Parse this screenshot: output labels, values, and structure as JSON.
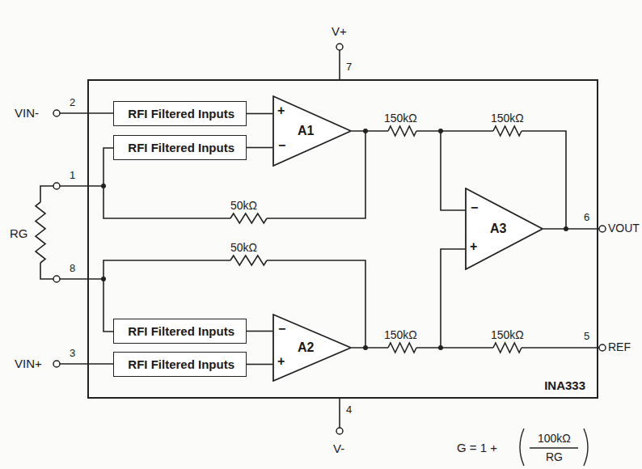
{
  "diagram": {
    "nodes": [
      {
        "text": [
          "INA333"
        ]
      },
      {
        "text": [
          "RFI Filtered Inputs"
        ],
        "in": 0
      },
      {
        "text": [
          "RFI Filtered Inputs"
        ],
        "in": 0
      },
      {
        "text": [
          "RFI Filtered Inputs"
        ],
        "in": 0
      },
      {
        "text": [
          "RFI Filtered Inputs"
        ],
        "in": 0
      },
      {
        "text": [
          "A1"
        ],
        "in": 0
      },
      {
        "text": [
          "A2"
        ],
        "in": 0
      },
      {
        "text": [
          "A3"
        ],
        "in": 0
      }
    ],
    "edges": [
      {
        "from": 1,
        "to": 5,
        "arrow": "none"
      },
      {
        "from": 2,
        "to": 5,
        "arrow": "none"
      },
      {
        "from": 3,
        "to": 6,
        "arrow": "none"
      },
      {
        "from": 4,
        "to": 6,
        "arrow": "none"
      }
    ],
    "labels": [
      "V+",
      "7",
      "VIN-",
      "2",
      "1",
      "RG",
      "8",
      "VIN+",
      "3",
      "4",
      "V-",
      "50kΩ",
      "50kΩ",
      "150kΩ",
      "150kΩ",
      "150kΩ",
      "150kΩ",
      "+",
      "−",
      "−",
      "+",
      "−",
      "+",
      "6",
      "VOUT",
      "5",
      "REF",
      "G = 1 +",
      "100kΩ",
      "RG"
    ]
  }
}
